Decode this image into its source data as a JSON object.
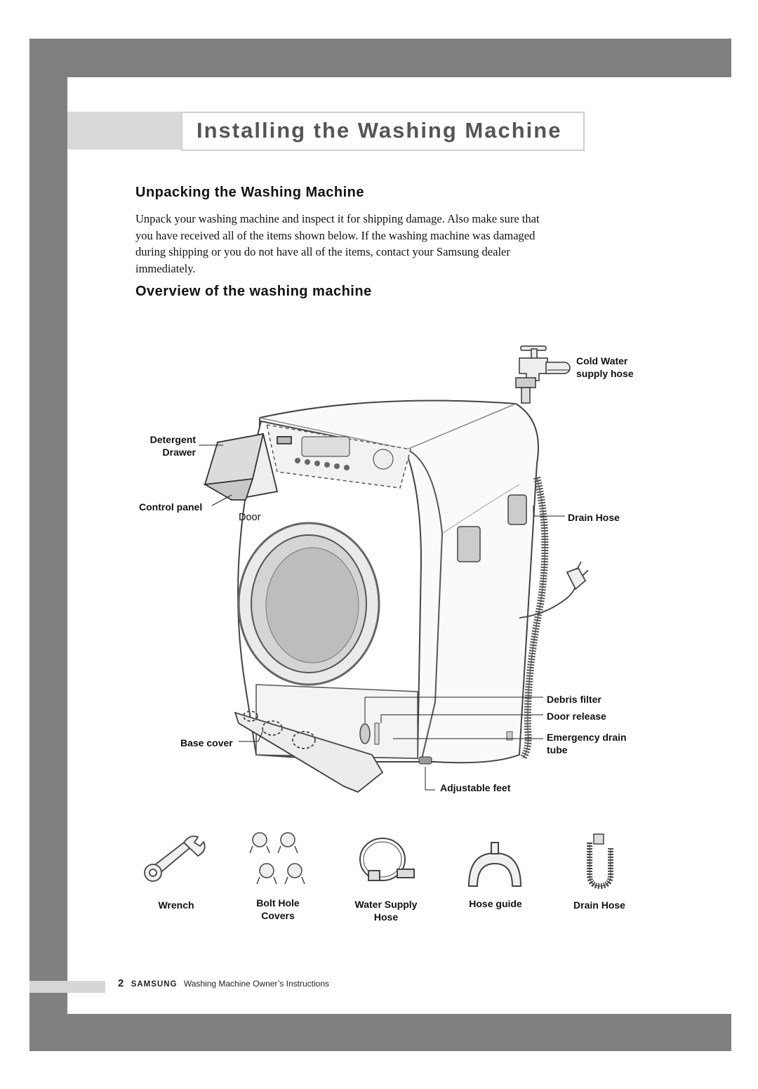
{
  "page": {
    "title": "Installing the Washing Machine"
  },
  "sections": {
    "unpacking": {
      "heading": "Unpacking the Washing Machine",
      "lines": [
        "Unpack your washing machine and inspect it for shipping damage.  Also make sure that",
        "you have received all of the items shown below.  If the washing machine was damaged",
        "during shipping or you do not have all of the items, contact your Samsung dealer",
        "immediately."
      ]
    },
    "overview": {
      "heading": "Overview of the washing machine"
    }
  },
  "diagram": {
    "labels": {
      "cold_water_1": "Cold Water",
      "cold_water_2": "supply hose",
      "detergent_1": "Detergent",
      "detergent_2": "Drawer",
      "control_panel": "Control panel",
      "door": "Door",
      "drain_hose": "Drain Hose",
      "debris_filter": "Debris filter",
      "door_release": "Door release",
      "emergency_1": "Emergency drain",
      "emergency_2": "tube",
      "base_cover": "Base cover",
      "adjustable_feet": "Adjustable feet"
    }
  },
  "accessories": [
    {
      "line1": "Wrench",
      "line2": "",
      "icon": "wrench-icon"
    },
    {
      "line1": "Bolt Hole",
      "line2": "Covers",
      "icon": "bolt-hole-covers-icon"
    },
    {
      "line1": "Water Supply",
      "line2": "Hose",
      "icon": "water-supply-hose-icon"
    },
    {
      "line1": "Hose guide",
      "line2": "",
      "icon": "hose-guide-icon"
    },
    {
      "line1": "Drain Hose",
      "line2": "",
      "icon": "drain-hose-icon"
    }
  ],
  "footer": {
    "page_number": "2",
    "brand": "SAMSUNG",
    "text": "Washing Machine Owner’s Instructions"
  }
}
